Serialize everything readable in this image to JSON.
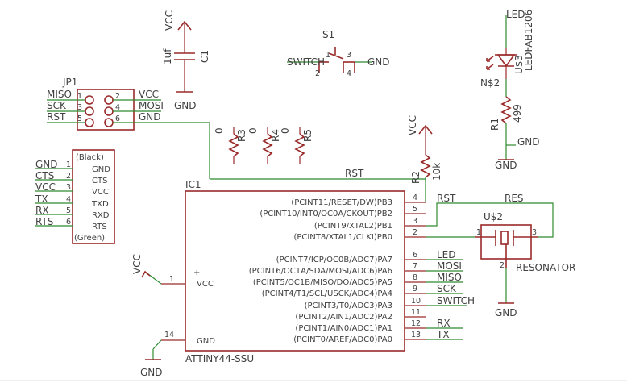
{
  "power": {
    "vcc": "VCC",
    "gnd": "GND"
  },
  "c1": {
    "ref": "C1",
    "value": "1uf"
  },
  "s1": {
    "ref": "S1",
    "net": "SWITCH",
    "pin1": "1",
    "pin2": "2",
    "pin3": "3",
    "pin4": "4"
  },
  "led": {
    "net": "LED",
    "ref": "U$3",
    "value": "LEDFAB1206"
  },
  "r1": {
    "ref": "R1",
    "value": "499"
  },
  "n2": "N$2",
  "jp1": {
    "ref": "JP1",
    "left_nets": [
      "MISO",
      "SCK",
      "RST"
    ],
    "right_nets": [
      "VCC",
      "MOSI",
      "GND"
    ],
    "pins": [
      "1",
      "2",
      "3",
      "4",
      "5",
      "6"
    ]
  },
  "r3": {
    "ref": "R3",
    "value": "0"
  },
  "r4": {
    "ref": "R4",
    "value": "0"
  },
  "r5": {
    "ref": "R5",
    "value": "0"
  },
  "r2": {
    "ref": "R2",
    "value": "10k"
  },
  "rst_net": "RST",
  "res_net": "RES",
  "ftdi": {
    "top": "(Black)",
    "bottom": "(Green)",
    "nets": [
      "GND",
      "CTS",
      "VCC",
      "TX",
      "RX",
      "RTS"
    ],
    "pins": [
      "1",
      "2",
      "3",
      "4",
      "5",
      "6"
    ],
    "names": [
      "GND",
      "CTS",
      "VCC",
      "TXD",
      "RXD",
      "RTS"
    ]
  },
  "ic1": {
    "ref": "IC1",
    "value": "ATTINY44-SSU",
    "vcc_label": "VCC",
    "gnd_label": "GND",
    "plus": "+",
    "vcc_pin": "1",
    "gnd_pin": "14",
    "right_pins": [
      {
        "name": "(PCINT11/RESET/DW)PB3",
        "num": "4",
        "net": ""
      },
      {
        "name": "(PCINT10/INT0/OC0A/CKOUT)PB2",
        "num": "5",
        "net": ""
      },
      {
        "name": "(PCINT9/XTAL2)PB1",
        "num": "3",
        "net": ""
      },
      {
        "name": "(PCINT8/XTAL1/CLKI)PB0",
        "num": "2",
        "net": ""
      },
      {
        "name": "(PCINT7/ICP/OC0B/ADC7)PA7",
        "num": "6",
        "net": "LED"
      },
      {
        "name": "(PCINT6/OC1A/SDA/MOSI/ADC6)PA6",
        "num": "7",
        "net": "MOSI"
      },
      {
        "name": "(PCINT5/OC1B/MISO/DO/ADC5)PA5",
        "num": "8",
        "net": "MISO"
      },
      {
        "name": "(PCINT4/T1/SCL/USCK/ADC4)PA4",
        "num": "9",
        "net": "SCK"
      },
      {
        "name": "(PCINT3/T0/ADC3)PA3",
        "num": "10",
        "net": "SWITCH"
      },
      {
        "name": "(PCINT2/AIN1/ADC2)PA2",
        "num": "11",
        "net": ""
      },
      {
        "name": "(PCINT1/AIN0/ADC1)PA1",
        "num": "12",
        "net": "RX"
      },
      {
        "name": "(PCINT0/AREF/ADC0)PA0",
        "num": "13",
        "net": "TX"
      }
    ]
  },
  "u2": {
    "ref": "U$2",
    "value": "RESONATOR",
    "pin1": "1",
    "pin2": "2",
    "pin3": "3"
  }
}
